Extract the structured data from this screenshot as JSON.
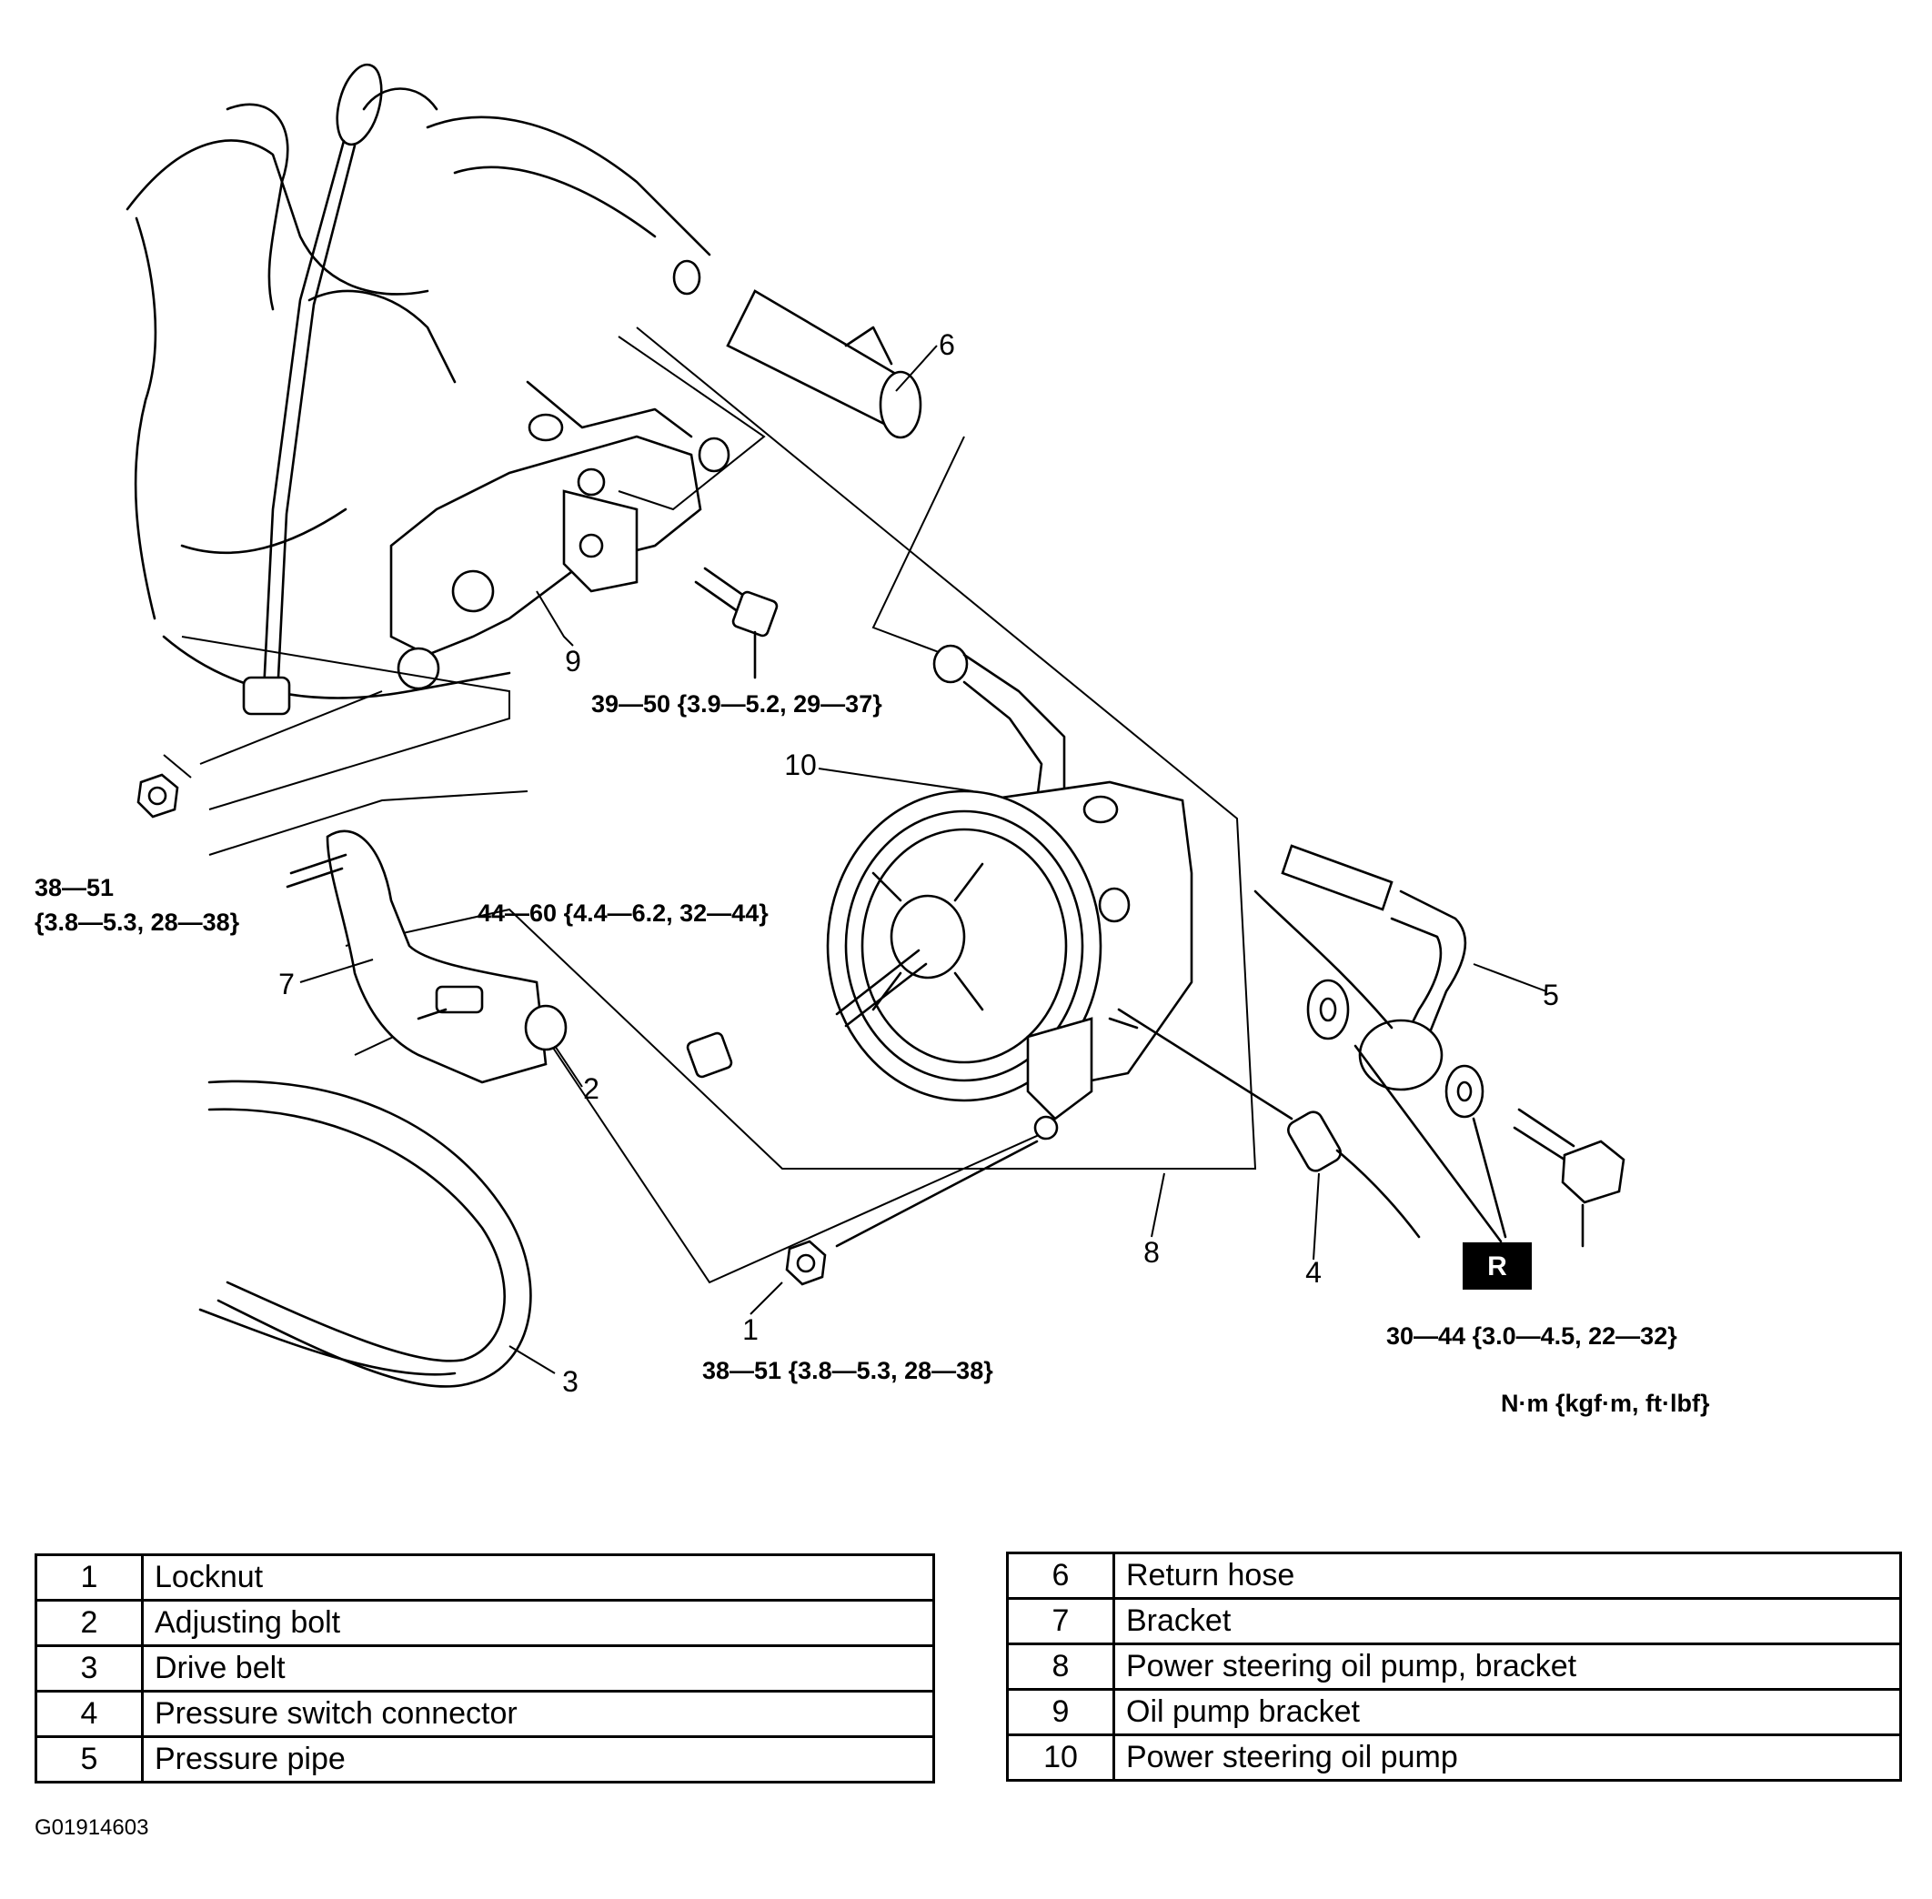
{
  "callouts": {
    "c1": "1",
    "c2": "2",
    "c3": "3",
    "c4": "4",
    "c5": "5",
    "c6": "6",
    "c7": "7",
    "c8": "8",
    "c9": "9",
    "c10": "10"
  },
  "torque_specs": {
    "bracket_bolt": "39—50 {3.9—5.2, 29—37}",
    "left_nut_value": "38—51",
    "left_nut_detail": "{3.8—5.3, 28—38}",
    "pump_bolt": "44—60 {4.4—6.2, 32—44}",
    "locknut": "38—51 {3.8—5.3, 28—38}",
    "banjo_bolt": "30—44 {3.0—4.5, 22—32}"
  },
  "replace_marker": "R",
  "units_label": "N·m {kgf·m, ft·lbf}",
  "legend_left": [
    {
      "num": "1",
      "name": "Locknut"
    },
    {
      "num": "2",
      "name": "Adjusting bolt"
    },
    {
      "num": "3",
      "name": "Drive belt"
    },
    {
      "num": "4",
      "name": "Pressure switch connector"
    },
    {
      "num": "5",
      "name": "Pressure pipe"
    }
  ],
  "legend_right": [
    {
      "num": "6",
      "name": "Return hose"
    },
    {
      "num": "7",
      "name": "Bracket"
    },
    {
      "num": "8",
      "name": "Power steering oil pump, bracket"
    },
    {
      "num": "9",
      "name": "Oil pump bracket"
    },
    {
      "num": "10",
      "name": "Power steering oil pump"
    }
  ],
  "figure_code": "G01914603"
}
